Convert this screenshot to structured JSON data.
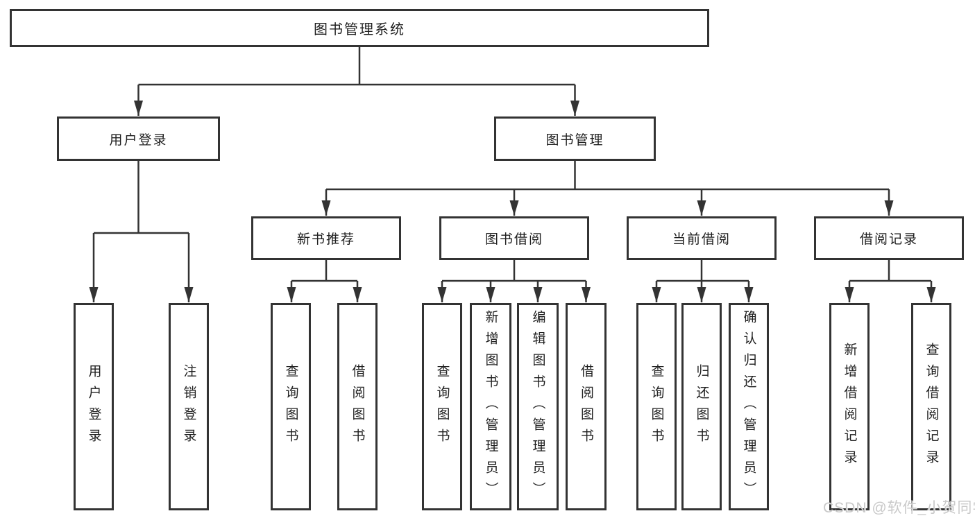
{
  "tree": {
    "root": "图书管理系统",
    "branches": [
      {
        "label": "用户登录",
        "children": [
          "用户登录",
          "注销登录"
        ]
      },
      {
        "label": "图书管理",
        "sections": [
          {
            "label": "新书推荐",
            "children": [
              "查询图书",
              "借阅图书"
            ]
          },
          {
            "label": "图书借阅",
            "children": [
              "查询图书",
              "新增图书（管理员）",
              "编辑图书（管理员）",
              "借阅图书"
            ]
          },
          {
            "label": "当前借阅",
            "children": [
              "查询图书",
              "归还图书",
              "确认归还（管理员）"
            ]
          },
          {
            "label": "借阅记录",
            "children": [
              "新增借阅记录",
              "查询借阅记录"
            ]
          }
        ]
      }
    ]
  },
  "watermark": {
    "text": "CSDN @软件_小贺同学"
  },
  "colors": {
    "line": "#333333",
    "text": "#1f1f1f",
    "background": "#ffffff",
    "watermark": "#c9c9c9"
  }
}
